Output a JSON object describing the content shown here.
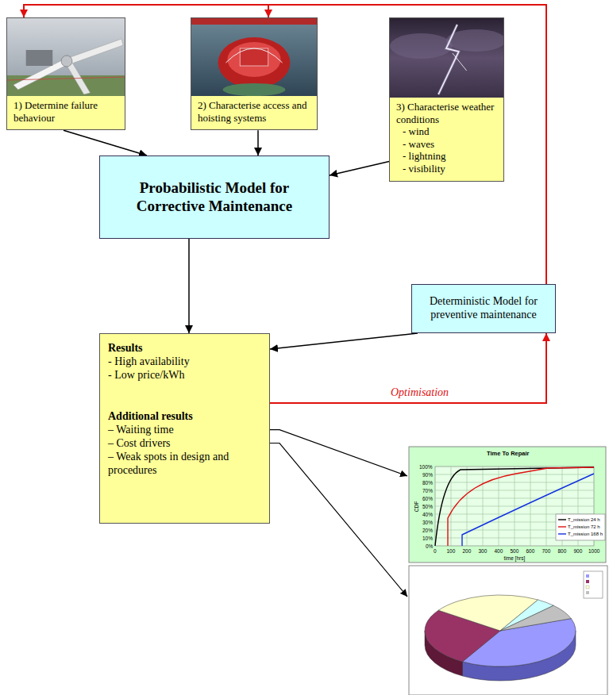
{
  "diagram": {
    "nodes": [
      {
        "text": [
          "1) Determine failure behaviour"
        ]
      },
      {
        "text": [
          "2) Characterise access and hoisting systems"
        ]
      },
      {
        "text": [
          "3) Characterise weather conditions",
          "- wind",
          "- waves",
          "- lightning",
          "- visibility"
        ]
      },
      {
        "text": [
          "Probabilistic Model for Corrective Maintenance"
        ]
      },
      {
        "text": [
          "Deterministic Model for preventive maintenance"
        ]
      },
      {
        "text": [
          "Results",
          "- High availability",
          "- Low price/kWh",
          "Additional results",
          "– Waiting time",
          "– Cost drivers",
          "– Weak spots in design and procedures"
        ]
      }
    ],
    "edges": [
      {
        "from": 0,
        "to": 3,
        "arrow": "to"
      },
      {
        "from": 1,
        "to": 3,
        "arrow": "to"
      },
      {
        "from": 2,
        "to": 3,
        "arrow": "to"
      },
      {
        "from": 3,
        "to": 5,
        "arrow": "to"
      },
      {
        "from": 4,
        "to": 5,
        "arrow": "to"
      },
      {
        "from": 5,
        "to": 4,
        "label": "Optimisation",
        "arrow": "to"
      },
      {
        "from": 4,
        "to": 0,
        "arrow": "to"
      },
      {
        "from": 4,
        "to": 1,
        "arrow": "to"
      }
    ],
    "labels": [
      "Time To Repair",
      "CDF",
      "time [hrs]",
      "0%",
      "10%",
      "20%",
      "30%",
      "40%",
      "50%",
      "60%",
      "70%",
      "80%",
      "90%",
      "100%",
      "0",
      "100",
      "200",
      "300",
      "400",
      "500",
      "600",
      "700",
      "800",
      "900",
      "1000"
    ],
    "legend": [
      {
        "text": "T_mission 24 h"
      },
      {
        "text": "T_mission 72 h"
      },
      {
        "text": "T_mission 168 h"
      }
    ]
  }
}
